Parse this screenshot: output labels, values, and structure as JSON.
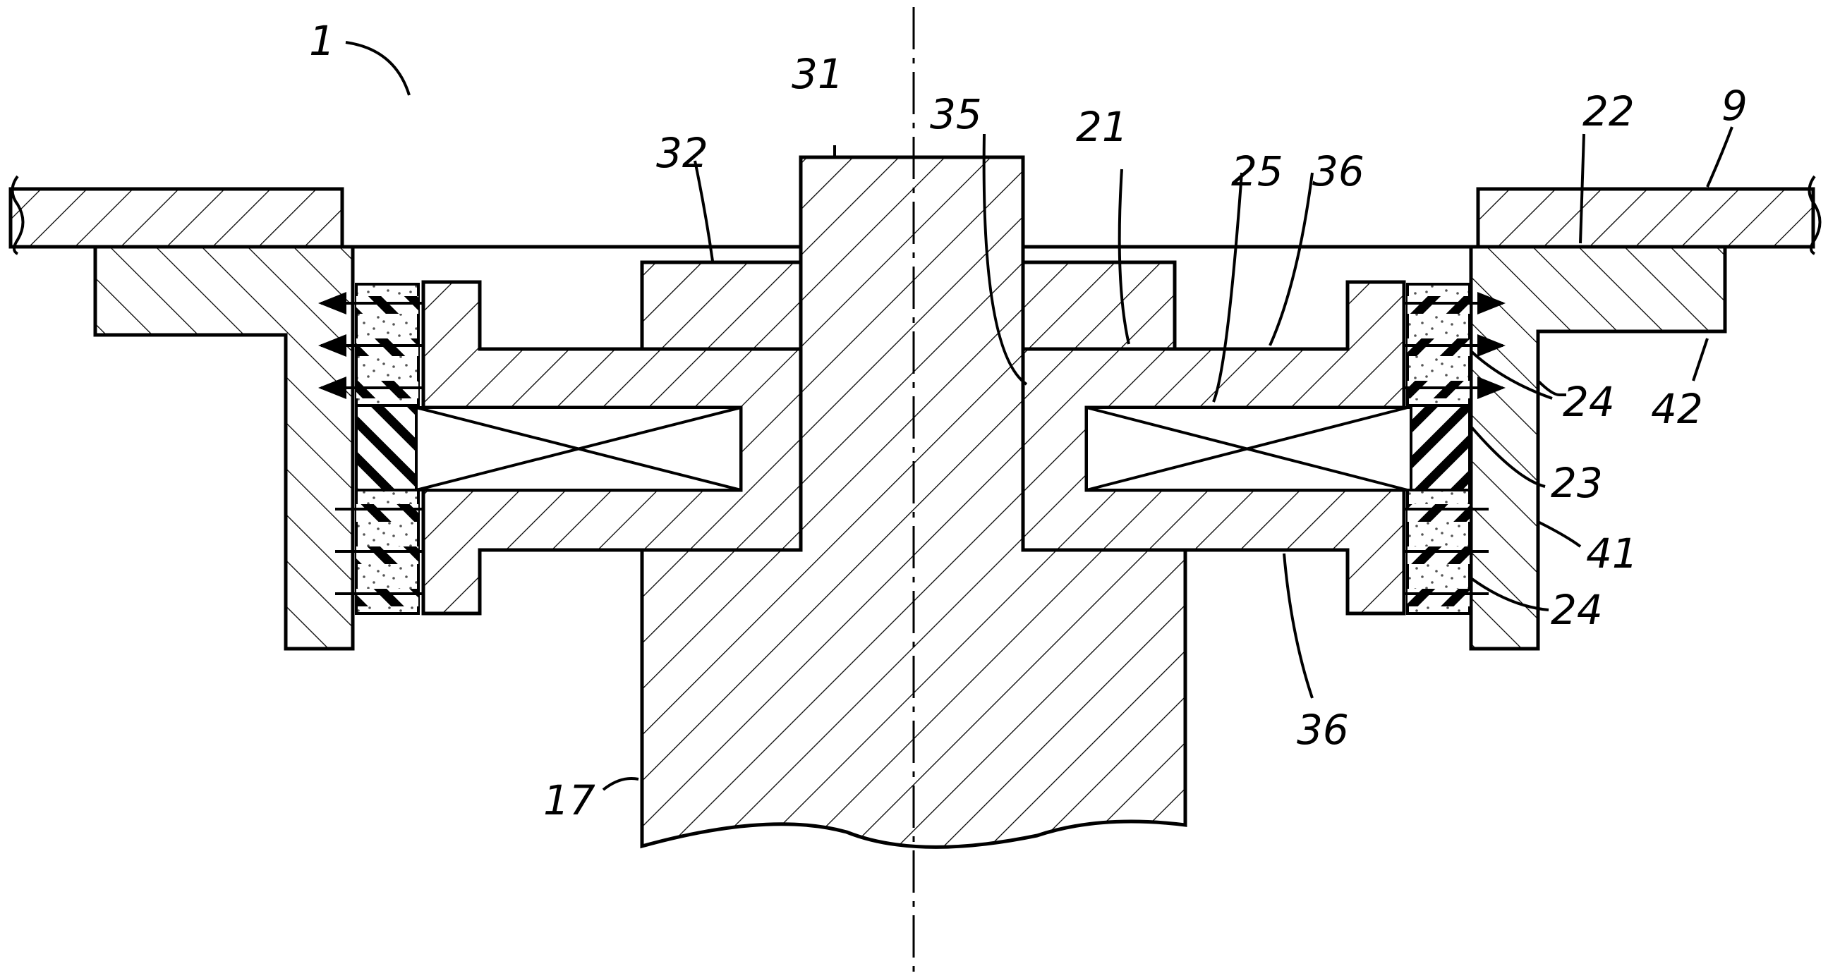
{
  "labels": {
    "ref_1": "1",
    "ref_9": "9",
    "ref_17": "17",
    "ref_21": "21",
    "ref_22": "22",
    "ref_23": "23",
    "ref_24_upper": "24",
    "ref_24_lower": "24",
    "ref_25": "25",
    "ref_31": "31",
    "ref_32": "32",
    "ref_35": "35",
    "ref_36_upper": "36",
    "ref_36_lower": "36",
    "ref_41": "41",
    "ref_42": "42"
  },
  "colors": {
    "ink": "#000000",
    "background": "#ffffff",
    "stipple": "#555555"
  }
}
